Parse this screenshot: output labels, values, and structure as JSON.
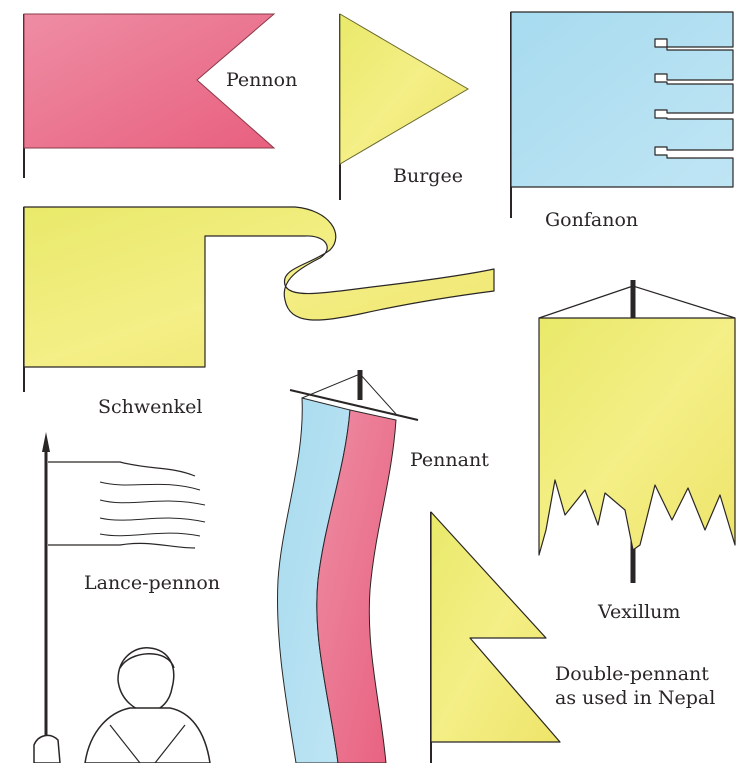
{
  "labels": {
    "pennon": "Pennon",
    "burgee": "Burgee",
    "gonfanon": "Gonfanon",
    "schwenkel": "Schwenkel",
    "pennant": "Pennant",
    "vexillum": "Vexillum",
    "lance_pennon": "Lance-pennon",
    "double_pennant_line1": "Double-pennant",
    "double_pennant_line2": "as used in Nepal"
  },
  "colors": {
    "pink": "#ea6e8e",
    "yellow": "#f2ee84",
    "blue": "#a9dcef",
    "pole": "#2a2626"
  }
}
